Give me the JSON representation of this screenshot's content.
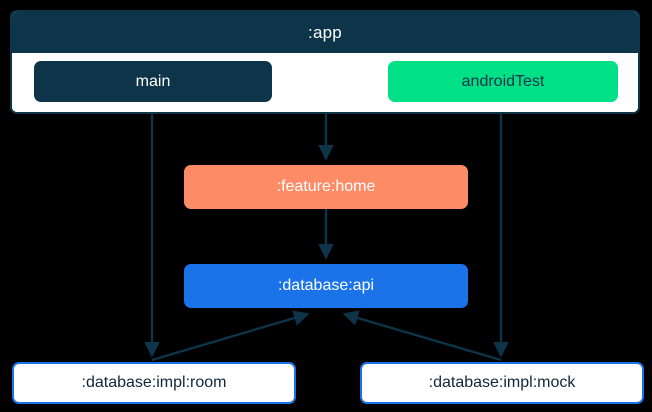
{
  "diagram": {
    "title": ":app",
    "background_color": "#000000",
    "container": {
      "label": ":app",
      "header_color": "#0d3449",
      "body_color": "#ffffff",
      "border_color": "#0d3449"
    },
    "nodes": [
      {
        "id": "main",
        "label": "main",
        "fill": "#0d3449",
        "text_color": "#ffffff",
        "shape": "rounded-rect"
      },
      {
        "id": "androidTest",
        "label": "androidTest",
        "fill": "#00e187",
        "text_color": "#0d3449",
        "shape": "rounded-rect"
      },
      {
        "id": "featureHome",
        "label": ":feature:home",
        "fill": "#fc8b66",
        "text_color": "#ffffff",
        "shape": "rounded-rect"
      },
      {
        "id": "databaseApi",
        "label": ":database:api",
        "fill": "#1a73e8",
        "text_color": "#ffffff",
        "shape": "rounded-rect"
      },
      {
        "id": "implRoom",
        "label": ":database:impl:room",
        "fill": "#ffffff",
        "text_color": "#10263a",
        "shape": "rounded-rect-outlined",
        "stroke": "#1a73e8"
      },
      {
        "id": "implMock",
        "label": ":database:impl:mock",
        "fill": "#ffffff",
        "text_color": "#10263a",
        "shape": "rounded-rect-outlined",
        "stroke": "#1a73e8"
      }
    ],
    "edges": [
      {
        "from": "main",
        "to": "implRoom",
        "style": "solid",
        "color": "#0d3449"
      },
      {
        "from": "app",
        "to": "featureHome",
        "style": "solid",
        "color": "#0d3449"
      },
      {
        "from": "androidTest",
        "to": "implMock",
        "style": "solid",
        "color": "#0d3449"
      },
      {
        "from": "featureHome",
        "to": "databaseApi",
        "style": "solid",
        "color": "#0d3449"
      },
      {
        "from": "implRoom",
        "to": "databaseApi",
        "style": "solid",
        "color": "#0d3449"
      },
      {
        "from": "implMock",
        "to": "databaseApi",
        "style": "solid",
        "color": "#0d3449"
      }
    ],
    "edge_color": "#0d3449"
  }
}
